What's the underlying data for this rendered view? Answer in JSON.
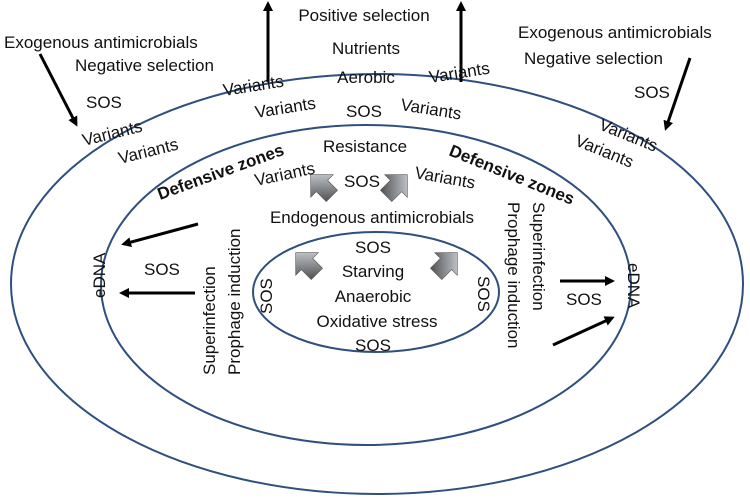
{
  "colors": {
    "ellipse": "#2f4f7f",
    "arrow": "#000000",
    "text": "#111111"
  },
  "outer_zone": {
    "top": {
      "positive_selection": "Positive selection",
      "nutrients": "Nutrients",
      "aerobic": "Aerobic",
      "variants": "Variants",
      "sos": "SOS"
    },
    "left": {
      "exogenous": "Exogenous antimicrobials",
      "negative": "Negative selection",
      "sos": "SOS",
      "variants": "Variants"
    },
    "right": {
      "exogenous": "Exogenous antimicrobials",
      "negative": "Negative selection",
      "sos": "SOS",
      "variants": "Variants"
    }
  },
  "middle_zone": {
    "defensive_zones": "Defensive zones",
    "resistance": "Resistance",
    "variants": "Variants",
    "sos": "SOS",
    "endogenous": "Endogenous antimicrobials",
    "left": {
      "edna": "eDNA",
      "sos": "SOS",
      "superinfection": "Superinfection",
      "prophage": "Prophage induction"
    },
    "right": {
      "edna": "eDNA",
      "sos": "SOS",
      "superinfection": "Superinfection",
      "prophage": "Prophage induction"
    }
  },
  "inner_zone": {
    "sos": "SOS",
    "starving": "Starving",
    "anaerobic": "Anaerobic",
    "oxidative": "Oxidative stress"
  }
}
